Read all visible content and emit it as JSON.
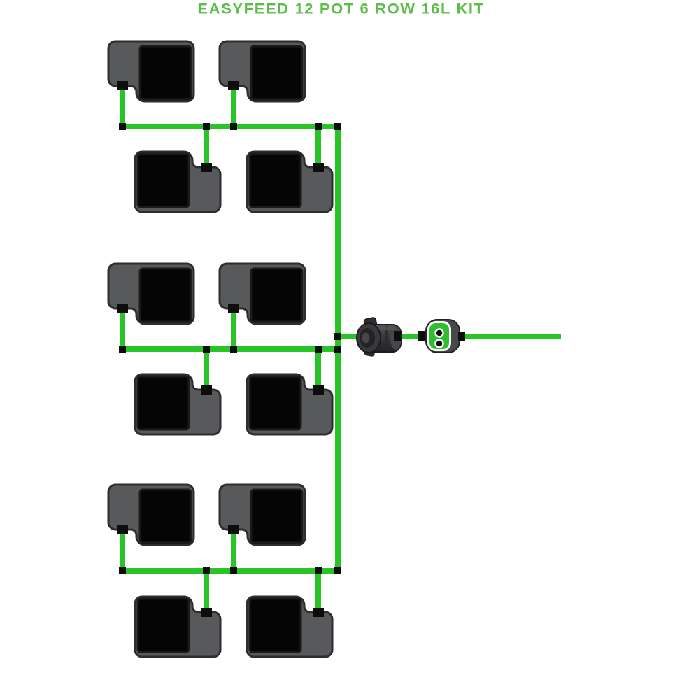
{
  "title": {
    "text": "EASYFEED 12 POT 6 ROW 16L KIT"
  },
  "kit": {
    "system": "EASYFEED",
    "pot_count": "12",
    "row_count": "6",
    "pot_volume": "16L",
    "pots_per_row": "2"
  },
  "colors": {
    "bg": "#FFFFFF",
    "title-green": "#5CBE49",
    "tube-green": "#28C428",
    "pot-gray": "#58595B",
    "pot-border": "#2E2E30",
    "pot-black": "#050505",
    "pot-black-border": "#1A1A1C",
    "connector-black": "#0D0D0D",
    "device-green": "#2FBE2F",
    "device-gray": "#47484A",
    "filter-gray": "#39393C"
  },
  "icons": {
    "pot": "pot-with-tray-icon",
    "filter": "inline-filter-icon",
    "manifold": "dual-outlet-connector-icon",
    "tube": "supply-tube",
    "connector": "tee-connector"
  }
}
